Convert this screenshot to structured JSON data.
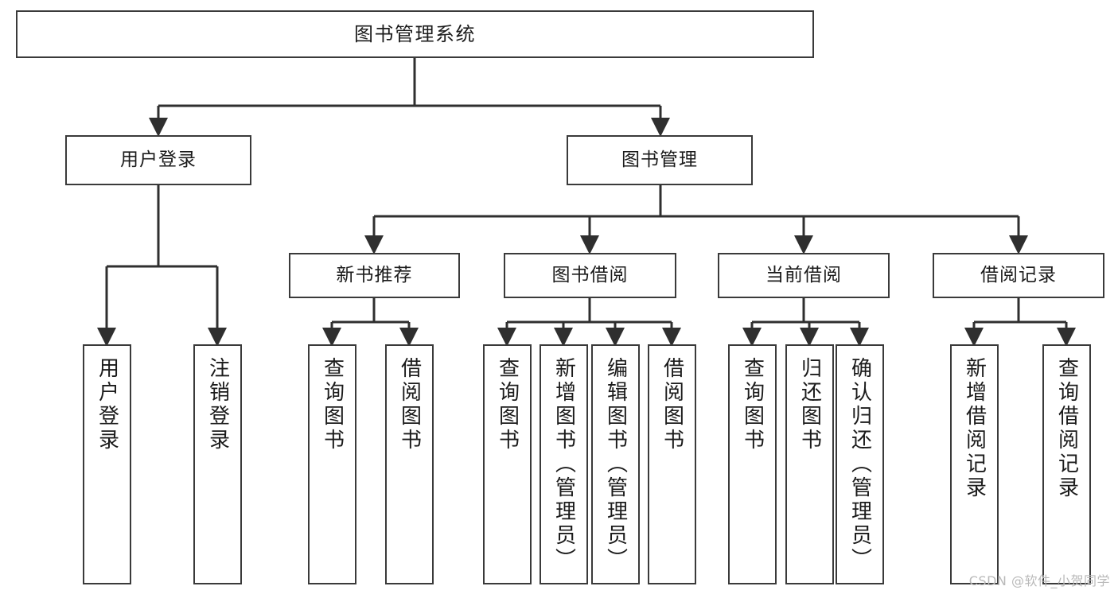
{
  "diagram": {
    "type": "tree",
    "title": "图书管理系统",
    "watermark": "CSDN @软件_小贺同学",
    "colors": {
      "background": "#ffffff",
      "box_border": "#3a3a3a",
      "edge": "#2f2f2f",
      "text": "#1b1b1b",
      "watermark": "#b9b9b9"
    },
    "levels": {
      "root": [
        "图书管理系统"
      ],
      "level2": [
        "用户登录",
        "图书管理"
      ],
      "level3": [
        "新书推荐",
        "图书借阅",
        "当前借阅",
        "借阅记录"
      ],
      "leaves": [
        "用户登录",
        "注销登录",
        "查询图书",
        "借阅图书",
        "查询图书",
        "新增图书（管理员）",
        "编辑图书（管理员）",
        "借阅图书",
        "查询图书",
        "归还图书",
        "确认归还（管理员）",
        "新增借阅记录",
        "查询借阅记录"
      ]
    },
    "nodes": {
      "root": {
        "label": "图书管理系统"
      },
      "user_login": {
        "label": "用户登录"
      },
      "book_mgmt": {
        "label": "图书管理"
      },
      "new_book_rec": {
        "label": "新书推荐"
      },
      "book_borrow": {
        "label": "图书借阅"
      },
      "current_borrow": {
        "label": "当前借阅"
      },
      "borrow_record": {
        "label": "借阅记录"
      },
      "leaf_user_login": {
        "label": "用户登录"
      },
      "leaf_logout": {
        "label": "注销登录"
      },
      "leaf_query_book_1": {
        "label": "查询图书"
      },
      "leaf_borrow_book_1": {
        "label": "借阅图书"
      },
      "leaf_query_book_2": {
        "label": "查询图书"
      },
      "leaf_add_book_admin": {
        "label": "新增图书（管理员）"
      },
      "leaf_edit_book_admin": {
        "label": "编辑图书（管理员）"
      },
      "leaf_borrow_book_2": {
        "label": "借阅图书"
      },
      "leaf_query_book_3": {
        "label": "查询图书"
      },
      "leaf_return_book": {
        "label": "归还图书"
      },
      "leaf_confirm_return_admin": {
        "label": "确认归还（管理员）"
      },
      "leaf_add_borrow_record": {
        "label": "新增借阅记录"
      },
      "leaf_query_borrow_record": {
        "label": "查询借阅记录"
      }
    },
    "edges": [
      {
        "from": "图书管理系统",
        "to": "用户登录"
      },
      {
        "from": "图书管理系统",
        "to": "图书管理"
      },
      {
        "from": "用户登录",
        "to": "用户登录"
      },
      {
        "from": "用户登录",
        "to": "注销登录"
      },
      {
        "from": "图书管理",
        "to": "新书推荐"
      },
      {
        "from": "图书管理",
        "to": "图书借阅"
      },
      {
        "from": "图书管理",
        "to": "当前借阅"
      },
      {
        "from": "图书管理",
        "to": "借阅记录"
      },
      {
        "from": "新书推荐",
        "to": "查询图书"
      },
      {
        "from": "新书推荐",
        "to": "借阅图书"
      },
      {
        "from": "图书借阅",
        "to": "查询图书"
      },
      {
        "from": "图书借阅",
        "to": "新增图书（管理员）"
      },
      {
        "from": "图书借阅",
        "to": "编辑图书（管理员）"
      },
      {
        "from": "图书借阅",
        "to": "借阅图书"
      },
      {
        "from": "当前借阅",
        "to": "查询图书"
      },
      {
        "from": "当前借阅",
        "to": "归还图书"
      },
      {
        "from": "当前借阅",
        "to": "确认归还（管理员）"
      },
      {
        "from": "借阅记录",
        "to": "新增借阅记录"
      },
      {
        "from": "借阅记录",
        "to": "查询借阅记录"
      }
    ]
  }
}
